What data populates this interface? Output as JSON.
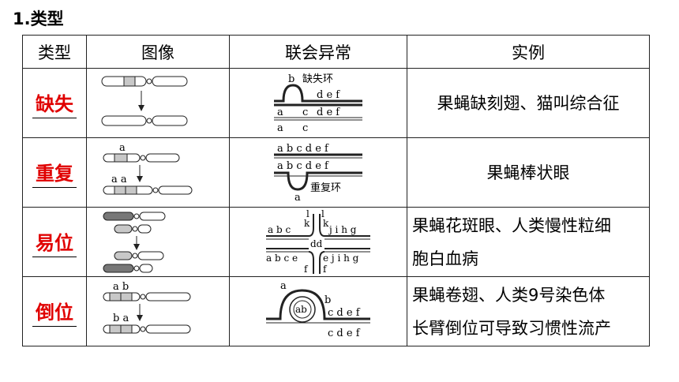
{
  "heading": "1.类型",
  "headers": [
    "类型",
    "图像",
    "联会异常",
    "实例"
  ],
  "rows": [
    {
      "type": "缺失",
      "example_lines": [
        "果蝇缺刻翅、猫叫综合征"
      ],
      "labels": {
        "top": "b",
        "loop": "缺失环",
        "mid": "d e f",
        "lower_a": "a",
        "lower_c": "c",
        "lower_def": "d e f",
        "bot_a": "a",
        "bot_c": "c"
      }
    },
    {
      "type": "重复",
      "example_lines": [
        "果蝇棒状眼"
      ],
      "labels": {
        "img_top": "a",
        "img_bottom": "a a",
        "line1": "a b c d e f",
        "line2": "a b c d e f",
        "loop_a": "a",
        "loop": "重复环"
      }
    },
    {
      "type": "易位",
      "example_lines": [
        "果蝇花斑眼、人类慢性粒细",
        "胞白血病"
      ],
      "labels": {
        "l1": "l",
        "l2": "l",
        "k1": "k",
        "k2": "k",
        "left_top": "a b c",
        "right_top": "j i  h g",
        "dd": "dd",
        "left_bot": "a b c e",
        "right_bot": "e j i  h g",
        "f1": "f",
        "f2": "f"
      }
    },
    {
      "type": "倒位",
      "example_lines": [
        "果蝇卷翅、人类9号染色体",
        "长臂倒位可导致习惯性流产"
      ],
      "labels": {
        "img_top": "a b",
        "img_bottom": "b a",
        "a": "a",
        "ab": "ab",
        "b": "b",
        "right_top": "c d e f",
        "right_bot": "c d e f"
      }
    }
  ],
  "colors": {
    "type_text": "#e00000",
    "chromosome_shade": "#c8c8c8",
    "chromosome_dark": "#777777"
  }
}
